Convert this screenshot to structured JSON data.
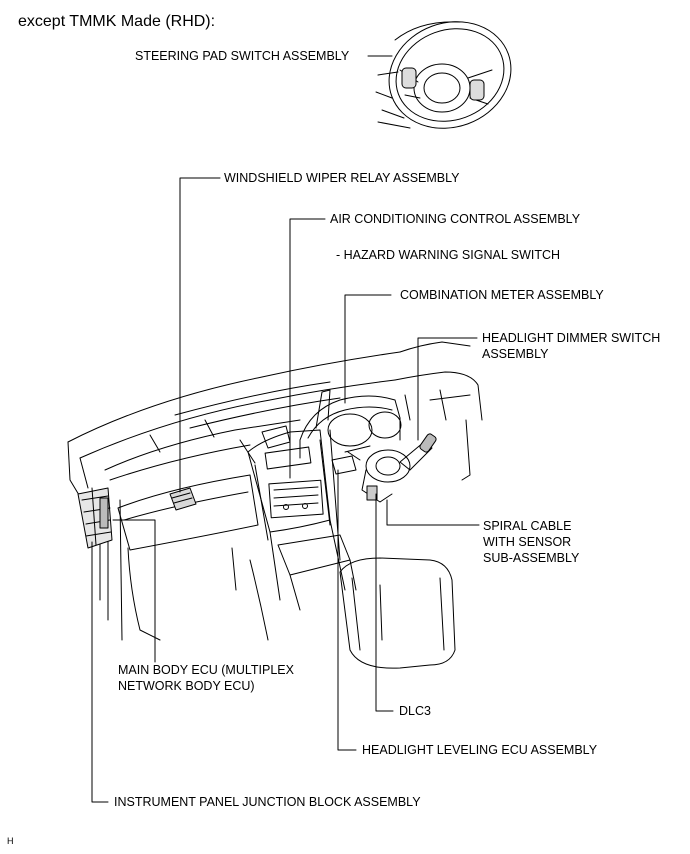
{
  "heading": "except TMMK Made (RHD):",
  "labels": {
    "steering_pad": "STEERING PAD SWITCH ASSEMBLY",
    "wiper_relay": "WINDSHIELD WIPER RELAY ASSEMBLY",
    "ac_control": "AIR CONDITIONING CONTROL ASSEMBLY",
    "hazard": "- HAZARD WARNING SIGNAL SWITCH",
    "combination_meter": "COMBINATION METER ASSEMBLY",
    "dimmer_1": "HEADLIGHT DIMMER SWITCH",
    "dimmer_2": "ASSEMBLY",
    "spiral_1": "SPIRAL CABLE",
    "spiral_2": "WITH SENSOR",
    "spiral_3": "SUB-ASSEMBLY",
    "main_ecu_1": "MAIN BODY ECU (MULTIPLEX",
    "main_ecu_2": "NETWORK BODY ECU)",
    "dlc3": "DLC3",
    "leveling_ecu": "HEADLIGHT LEVELING ECU ASSEMBLY",
    "junction_block": "INSTRUMENT PANEL JUNCTION BLOCK ASSEMBLY"
  },
  "corner_mark": "H"
}
